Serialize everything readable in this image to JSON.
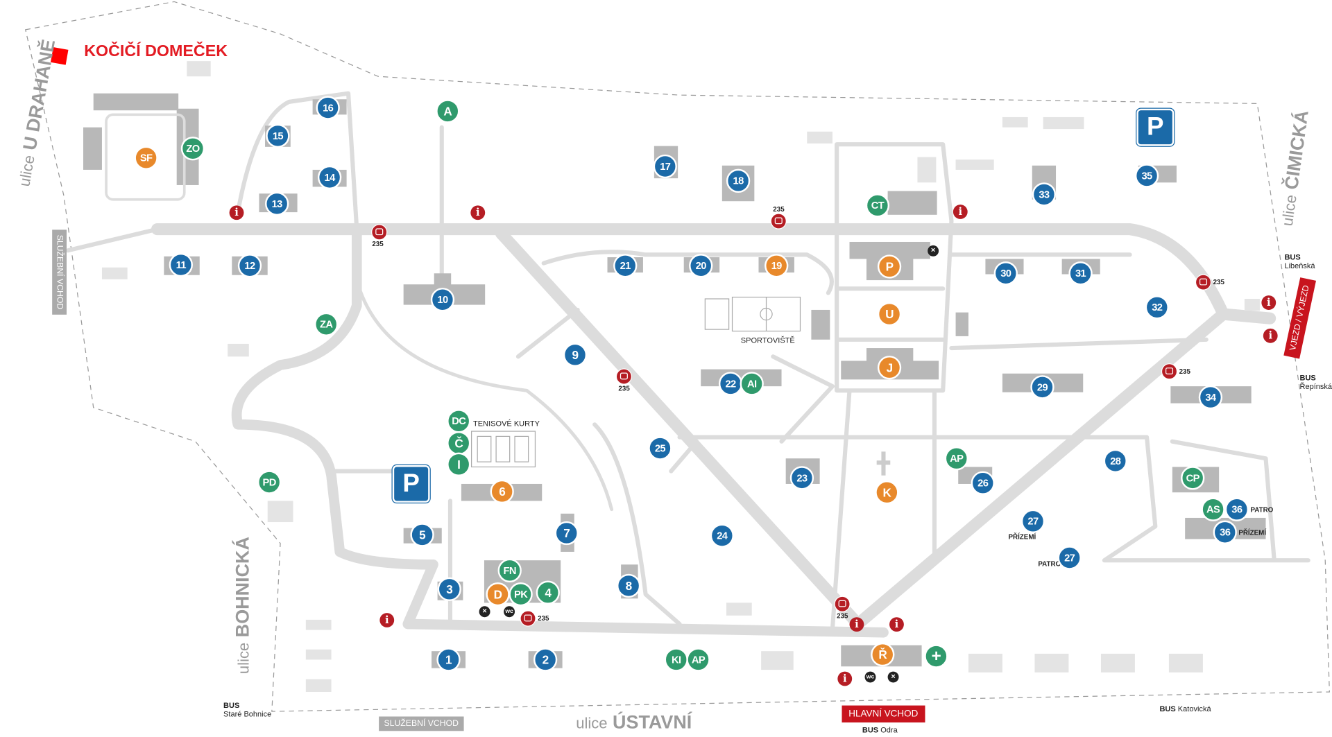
{
  "title": "KOČIČÍ DOMEČEK",
  "colors": {
    "building_marker": "#1b6aa8",
    "service_marker": "#2f9a6c",
    "clinic_marker": "#e8892b",
    "info": "#b51d24",
    "highlight": "#ff0000",
    "road": "#dcdcdc",
    "building": "#b3b3b3"
  },
  "streets": {
    "u_drahane": {
      "prefix": "ulice",
      "name": "U DRAHANĚ"
    },
    "bohnicka": {
      "prefix": "ulice",
      "name": "BOHNICKÁ"
    },
    "ustavni": {
      "prefix": "ulice",
      "name": "ÚSTAVNÍ"
    },
    "cimicka": {
      "prefix": "ulice",
      "name": "ČIMICKÁ"
    }
  },
  "entrances": {
    "service_left": "SLUŽEBNÍ VCHOD",
    "service_bottom": "SLUŽEBNÍ VCHOD",
    "main": "HLAVNÍ VCHOD",
    "vehicle": "VJEZD / VÝJEZD"
  },
  "bus_stops": {
    "prefix": "BUS",
    "stare_bohnice": "Staré Bohnice",
    "odra": "Odra",
    "katovicka": "Katovická",
    "libenska": "Libeňská",
    "repinska": "Řepínská",
    "line": "235"
  },
  "areas": {
    "sports": "SPORTOVIŠTĚ",
    "tennis": "TENISOVÉ KURTY"
  },
  "floors": {
    "ground": "PŘÍZEMÍ",
    "upper": "PATRO"
  },
  "wc": "wc",
  "parking": "P",
  "markers": [
    {
      "label": "16",
      "type": "blue"
    },
    {
      "label": "15",
      "type": "blue"
    },
    {
      "label": "14",
      "type": "blue"
    },
    {
      "label": "13",
      "type": "blue"
    },
    {
      "label": "11",
      "type": "blue"
    },
    {
      "label": "12",
      "type": "blue"
    },
    {
      "label": "10",
      "type": "blue"
    },
    {
      "label": "17",
      "type": "blue"
    },
    {
      "label": "18",
      "type": "blue"
    },
    {
      "label": "21",
      "type": "blue"
    },
    {
      "label": "20",
      "type": "blue"
    },
    {
      "label": "9",
      "type": "blue"
    },
    {
      "label": "22",
      "type": "blue"
    },
    {
      "label": "25",
      "type": "blue"
    },
    {
      "label": "23",
      "type": "blue"
    },
    {
      "label": "24",
      "type": "blue"
    },
    {
      "label": "5",
      "type": "blue"
    },
    {
      "label": "7",
      "type": "blue"
    },
    {
      "label": "3",
      "type": "blue"
    },
    {
      "label": "8",
      "type": "blue"
    },
    {
      "label": "1",
      "type": "blue"
    },
    {
      "label": "2",
      "type": "blue"
    },
    {
      "label": "33",
      "type": "blue"
    },
    {
      "label": "35",
      "type": "blue"
    },
    {
      "label": "30",
      "type": "blue"
    },
    {
      "label": "31",
      "type": "blue"
    },
    {
      "label": "32",
      "type": "blue"
    },
    {
      "label": "29",
      "type": "blue"
    },
    {
      "label": "34",
      "type": "blue"
    },
    {
      "label": "28",
      "type": "blue"
    },
    {
      "label": "26",
      "type": "blue"
    },
    {
      "label": "27",
      "type": "blue"
    },
    {
      "label": "27",
      "type": "blue"
    },
    {
      "label": "36",
      "type": "blue"
    },
    {
      "label": "36",
      "type": "blue"
    },
    {
      "label": "A",
      "type": "green"
    },
    {
      "label": "ZO",
      "type": "green"
    },
    {
      "label": "CT",
      "type": "green"
    },
    {
      "label": "ZA",
      "type": "green"
    },
    {
      "label": "AI",
      "type": "green"
    },
    {
      "label": "DC",
      "type": "green"
    },
    {
      "label": "Č",
      "type": "green"
    },
    {
      "label": "I",
      "type": "green"
    },
    {
      "label": "PD",
      "type": "green"
    },
    {
      "label": "FN",
      "type": "green"
    },
    {
      "label": "PK",
      "type": "green"
    },
    {
      "label": "4",
      "type": "green"
    },
    {
      "label": "KI",
      "type": "green"
    },
    {
      "label": "AP",
      "type": "green"
    },
    {
      "label": "AP",
      "type": "green"
    },
    {
      "label": "CP",
      "type": "green"
    },
    {
      "label": "AS",
      "type": "green"
    },
    {
      "label": "SF",
      "type": "orange"
    },
    {
      "label": "19",
      "type": "orange"
    },
    {
      "label": "P",
      "type": "orange"
    },
    {
      "label": "U",
      "type": "orange"
    },
    {
      "label": "J",
      "type": "orange"
    },
    {
      "label": "6",
      "type": "orange"
    },
    {
      "label": "D",
      "type": "orange"
    },
    {
      "label": "K",
      "type": "orange"
    },
    {
      "label": "Ř",
      "type": "orange"
    }
  ]
}
